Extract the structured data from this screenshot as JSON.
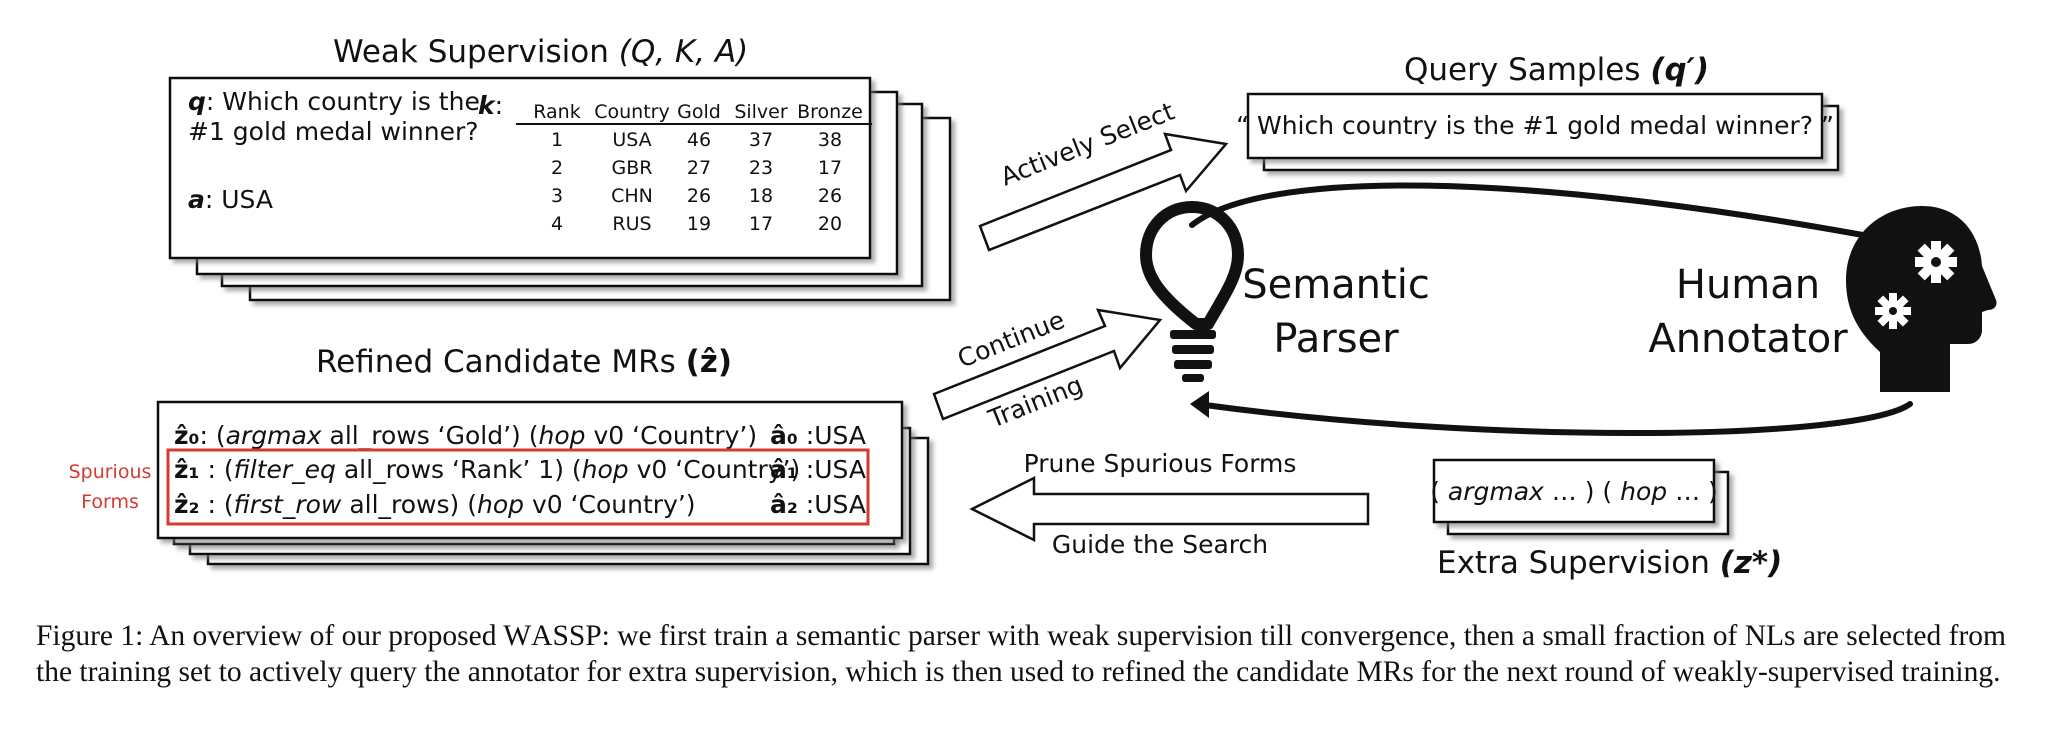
{
  "weak_supervision": {
    "title": "Weak Supervision",
    "title_math": "(Q, K, A)",
    "q_label": "q",
    "q_line1": ": Which country is the",
    "q_line2": "#1 gold medal winner?",
    "a_label": "a",
    "a_text": ": USA",
    "k_label": "k",
    "table": {
      "headers": [
        "Rank",
        "Country",
        "Gold",
        "Silver",
        "Bronze"
      ],
      "rows": [
        [
          "1",
          "USA",
          "46",
          "37",
          "38"
        ],
        [
          "2",
          "GBR",
          "27",
          "23",
          "17"
        ],
        [
          "3",
          "CHN",
          "26",
          "18",
          "26"
        ],
        [
          "4",
          "RUS",
          "19",
          "17",
          "20"
        ]
      ]
    }
  },
  "query_samples": {
    "title": "Query Samples",
    "title_math": "(q′)",
    "text": "“ Which country is the #1 gold medal winner? ”"
  },
  "refined": {
    "title": "Refined Candidate MRs",
    "title_math": "(ẑ)",
    "spurious_line1": "Spurious",
    "spurious_line2": "Forms",
    "rows": [
      {
        "z": "ẑ₀",
        "pre": ": (",
        "fn1": "argmax",
        "mid": " all_rows ‘Gold’) (",
        "fn2": "hop",
        "post": " v0 ‘Country’)",
        "a": "â₀",
        "ans": " :USA"
      },
      {
        "z": "ẑ₁",
        "pre": " : (",
        "fn1": "filter_eq",
        "mid": " all_rows ‘Rank’ 1) (",
        "fn2": "hop",
        "post": " v0 ‘Country’)",
        "a": "â₁",
        "ans": " :USA"
      },
      {
        "z": "ẑ₂",
        "pre": " : (",
        "fn1": "first_row",
        "mid": " all_rows) (",
        "fn2": "hop",
        "post": " v0 ‘Country’)",
        "a": "â₂",
        "ans": " :USA"
      }
    ]
  },
  "extra": {
    "box_pre": "( ",
    "fn1": "argmax",
    "box_mid": " … ) ( ",
    "fn2": "hop",
    "box_post": " … )",
    "title": "Extra Supervision",
    "title_math": "(z*)"
  },
  "arrows": {
    "actively_select": "Actively Select",
    "continue": "Continue",
    "training": "Training",
    "prune": "Prune Spurious Forms",
    "guide": "Guide the Search"
  },
  "nodes": {
    "parser_line1": "Semantic",
    "parser_line2": "Parser",
    "annotator_line1": "Human",
    "annotator_line2": "Annotator"
  },
  "caption": {
    "prefix": "Figure 1: An overview of our proposed ",
    "system_first": "W",
    "system_rest": "ASSP",
    "text": ": we first train a semantic parser with weak supervision till convergence, then a small fraction of NLs are selected from the training set to actively query the annotator for extra supervision, which is then used to refined the candidate MRs for the next round of weakly-supervised training."
  },
  "colors": {
    "spurious_red": "#d43a2f",
    "ink": "#111111"
  },
  "icons": [
    "lightbulb-icon",
    "head-gears-icon"
  ]
}
